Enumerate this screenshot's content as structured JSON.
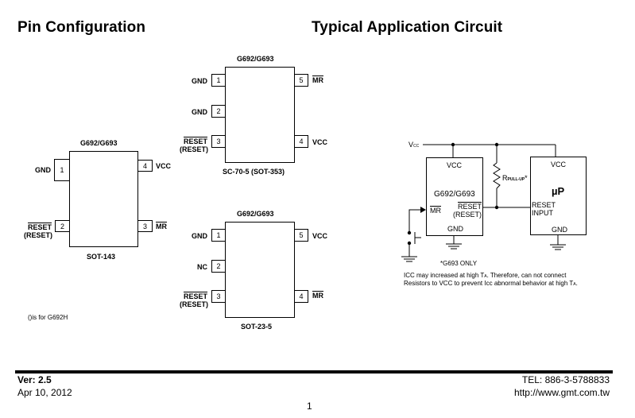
{
  "headings": {
    "pin_config": "Pin Configuration",
    "typical_app": "Typical Application Circuit"
  },
  "packages": [
    {
      "name": "SOT-143",
      "part": "G692/G693",
      "pins": [
        {
          "num": "1",
          "label": "GND",
          "overline": false,
          "alt": ""
        },
        {
          "num": "2",
          "label": "RESET",
          "overline": true,
          "alt": "(RESET)"
        },
        {
          "num": "3",
          "label": "MR",
          "overline": true,
          "alt": ""
        },
        {
          "num": "4",
          "label": "VCC",
          "overline": false,
          "alt": ""
        }
      ]
    },
    {
      "name": "SC-70-5 (SOT-353)",
      "part": "G692/G693",
      "pins": [
        {
          "num": "1",
          "label": "GND",
          "overline": false,
          "alt": ""
        },
        {
          "num": "2",
          "label": "GND",
          "overline": false,
          "alt": ""
        },
        {
          "num": "3",
          "label": "RESET",
          "overline": true,
          "alt": "(RESET)"
        },
        {
          "num": "4",
          "label": "VCC",
          "overline": false,
          "alt": ""
        },
        {
          "num": "5",
          "label": "MR",
          "overline": true,
          "alt": ""
        }
      ]
    },
    {
      "name": "SOT-23-5",
      "part": "G692/G693",
      "pins": [
        {
          "num": "1",
          "label": "GND",
          "overline": false,
          "alt": ""
        },
        {
          "num": "2",
          "label": "NC",
          "overline": false,
          "alt": ""
        },
        {
          "num": "3",
          "label": "RESET",
          "overline": true,
          "alt": "(RESET)"
        },
        {
          "num": "4",
          "label": "MR",
          "overline": true,
          "alt": ""
        },
        {
          "num": "5",
          "label": "VCC",
          "overline": false,
          "alt": ""
        }
      ]
    }
  ],
  "note_g692h": "()is for G692H",
  "circuit": {
    "vcc_rail": "V",
    "vcc_rail_sub": "CC",
    "chip": {
      "vcc": "VCC",
      "name": "G692/G693",
      "mr": "MR",
      "reset": "RESET",
      "reset_alt": "(RESET)",
      "gnd": "GND"
    },
    "resistor": {
      "label": "R",
      "sub": "PULL-UP",
      "mark": "*"
    },
    "mcu": {
      "vcc": "VCC",
      "name": "µP",
      "reset_input_1": "RESET",
      "reset_input_2": "INPUT",
      "gnd": "GND"
    },
    "footnote": "*G693 ONLY",
    "warning_line1_a": "ICC may increased at high T",
    "warning_line1_sub": "A",
    "warning_line1_b": ". Therefore, can not connect",
    "warning_line2_a": "Resistors to VCC to prevent Icc abnormal behavior at high T",
    "warning_line2_sub": "A",
    "warning_line2_b": "."
  },
  "footer": {
    "version": "Ver: 2.5",
    "date": "Apr 10, 2012",
    "tel": "TEL: 886-3-5788833",
    "url": "http://www.gmt.com.tw",
    "page": "1"
  }
}
